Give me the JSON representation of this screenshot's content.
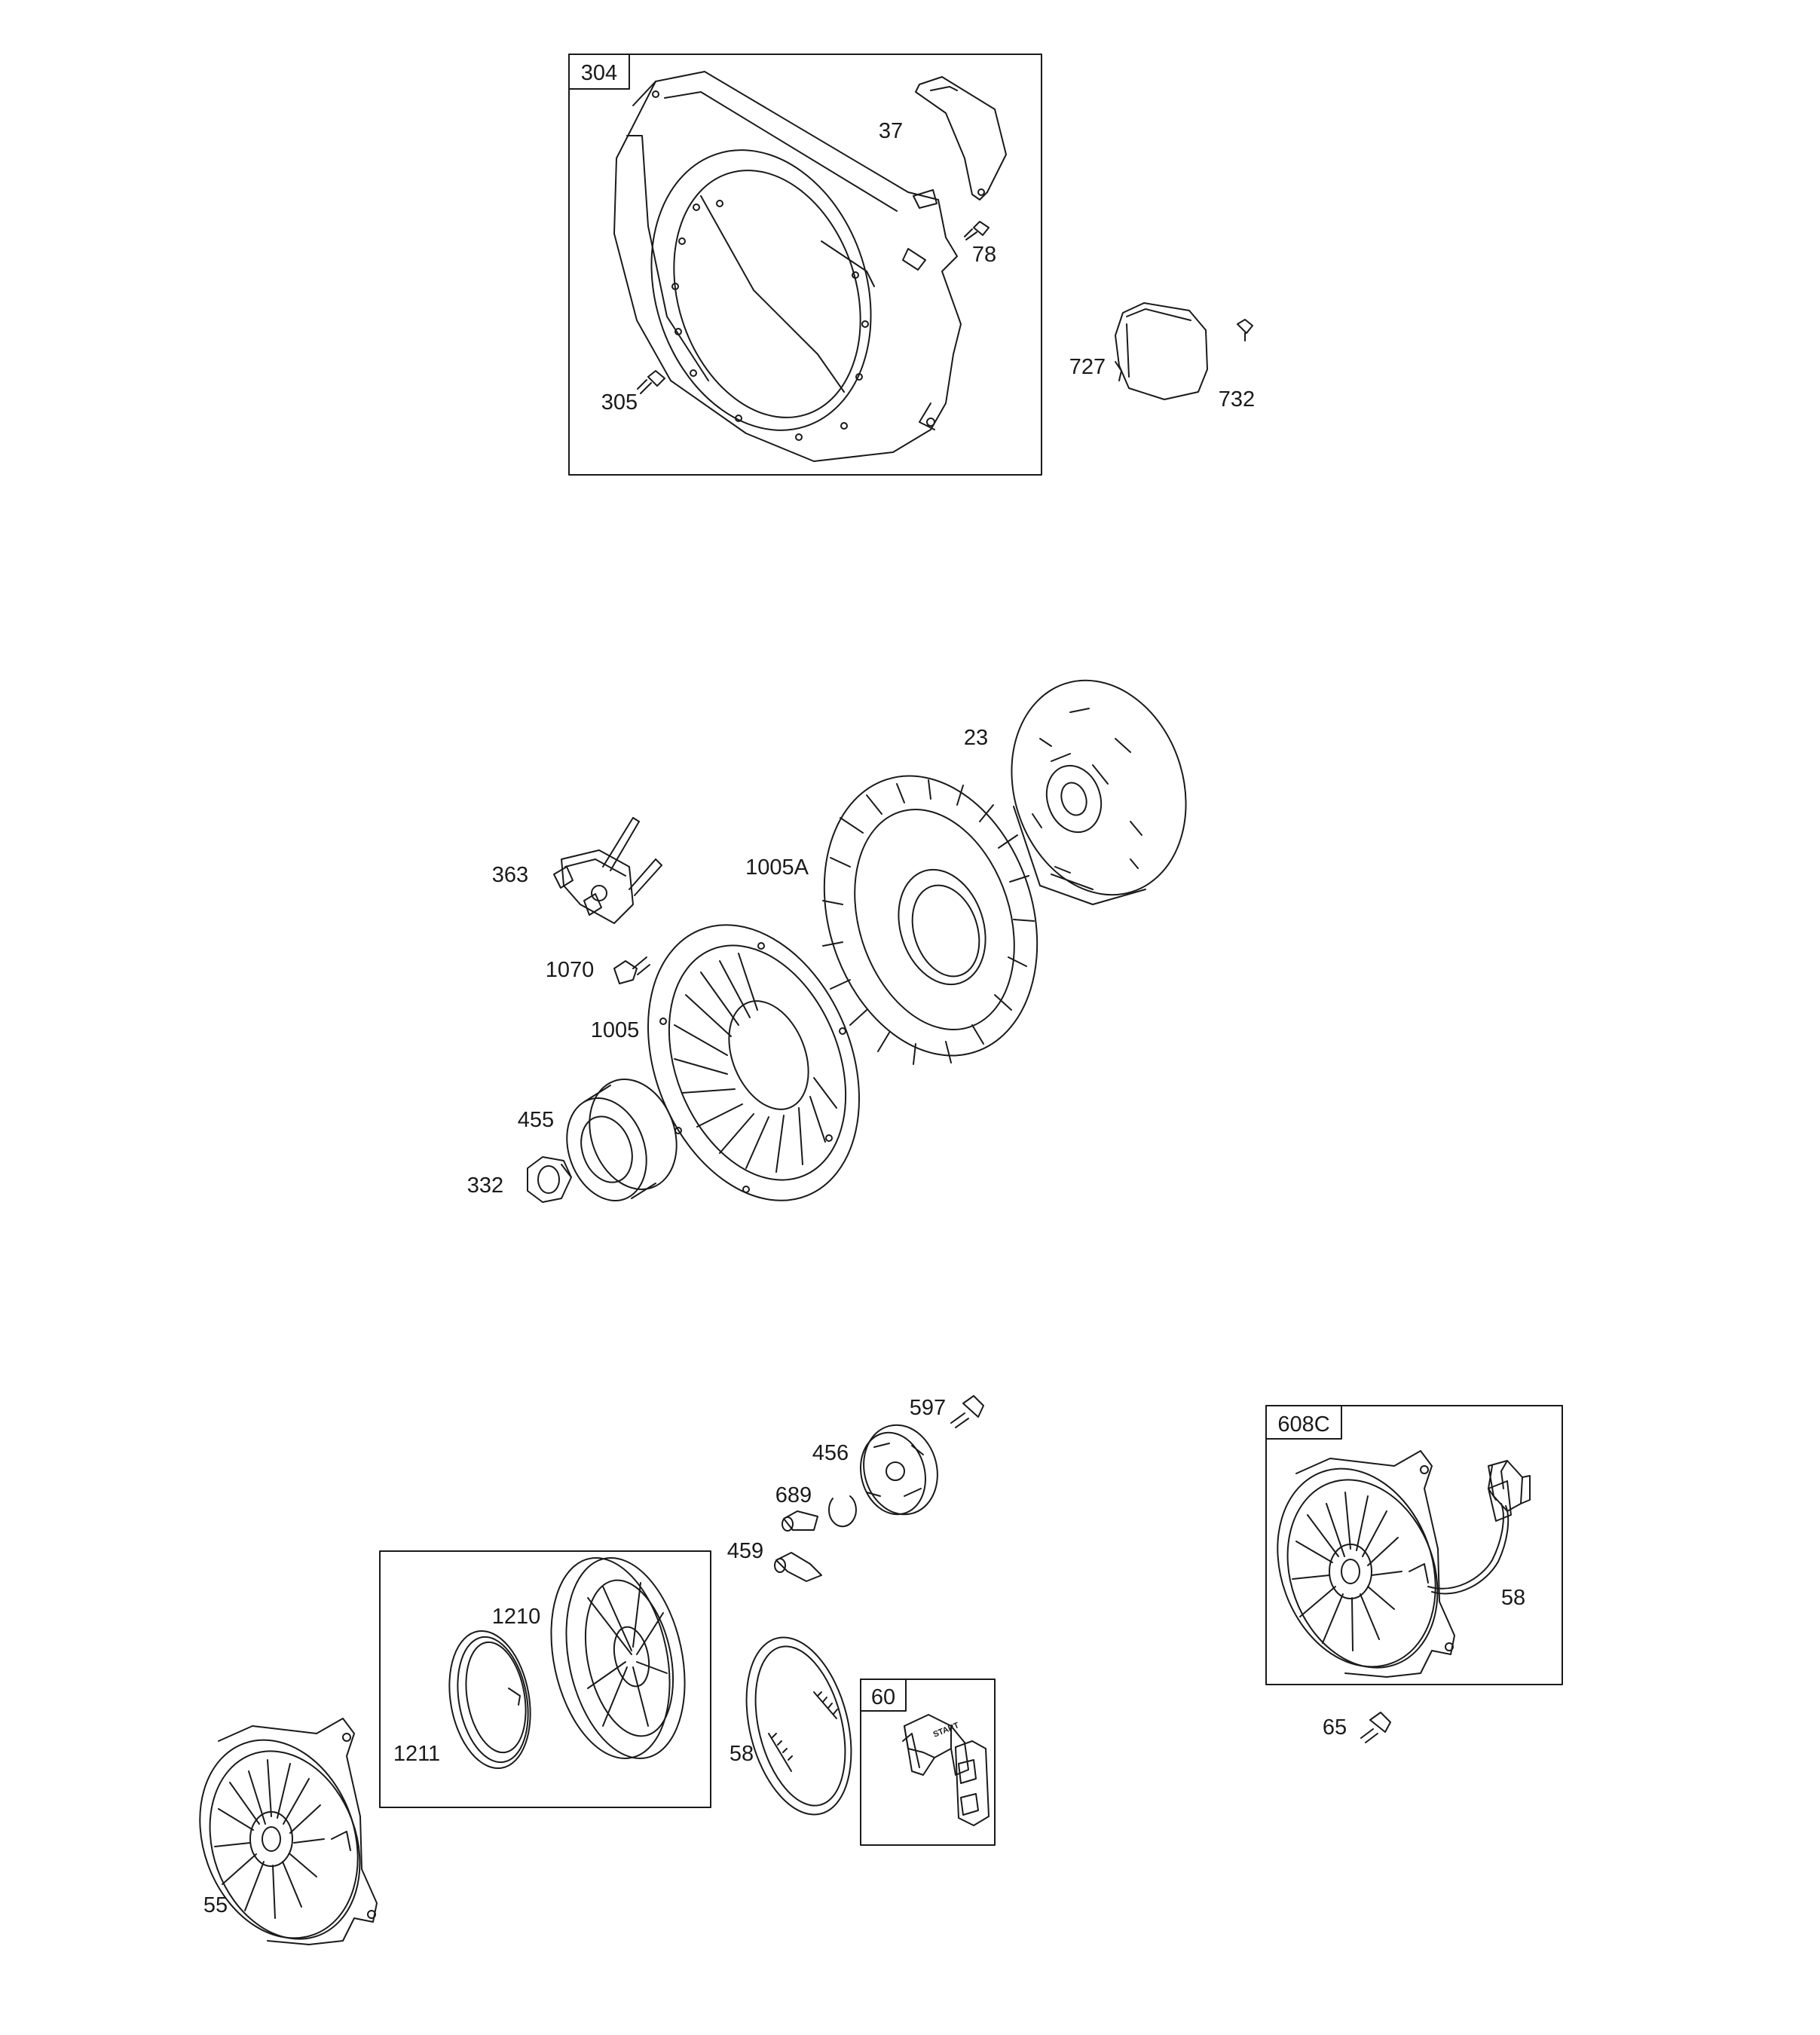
{
  "diagram": {
    "colors": {
      "line": "#1a1a1a",
      "background": "#ffffff"
    },
    "kits": [
      {
        "id": "kit-304",
        "label": "304"
      },
      {
        "id": "kit-1210",
        "label": ""
      },
      {
        "id": "kit-60",
        "label": "60"
      },
      {
        "id": "kit-608C",
        "label": "608C"
      }
    ],
    "callouts": [
      {
        "id": "37",
        "label": "37"
      },
      {
        "id": "78",
        "label": "78"
      },
      {
        "id": "305",
        "label": "305"
      },
      {
        "id": "727",
        "label": "727"
      },
      {
        "id": "732",
        "label": "732"
      },
      {
        "id": "23",
        "label": "23"
      },
      {
        "id": "363",
        "label": "363"
      },
      {
        "id": "1005A",
        "label": "1005A"
      },
      {
        "id": "1070",
        "label": "1070"
      },
      {
        "id": "1005",
        "label": "1005"
      },
      {
        "id": "455",
        "label": "455"
      },
      {
        "id": "332",
        "label": "332"
      },
      {
        "id": "597",
        "label": "597"
      },
      {
        "id": "456",
        "label": "456"
      },
      {
        "id": "689",
        "label": "689"
      },
      {
        "id": "459",
        "label": "459"
      },
      {
        "id": "1210",
        "label": "1210"
      },
      {
        "id": "1211",
        "label": "1211"
      },
      {
        "id": "58a",
        "label": "58"
      },
      {
        "id": "55",
        "label": "55"
      },
      {
        "id": "58b",
        "label": "58"
      },
      {
        "id": "65",
        "label": "65"
      }
    ],
    "handle_text": "START"
  }
}
